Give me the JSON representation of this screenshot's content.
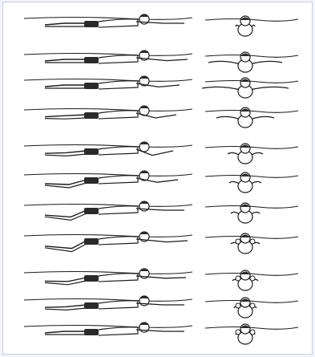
{
  "image": {
    "alt": "",
    "colors": {
      "background": "#f3f4fb",
      "paper": "#ffffff",
      "ink": "#1c1c1c",
      "shade": "#2a2a2a"
    }
  },
  "figure": {
    "panels": [
      "side-view",
      "front-view"
    ],
    "stage_count": 11
  }
}
